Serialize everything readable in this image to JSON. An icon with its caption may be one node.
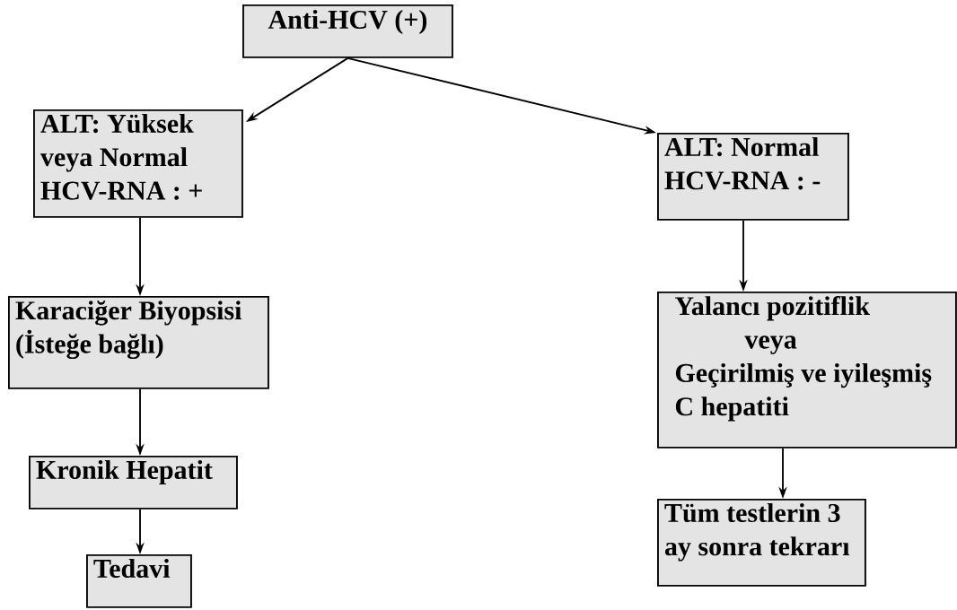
{
  "diagram": {
    "nodes": [
      {
        "text": [
          "**Anti-HCV** (+)"
        ]
      },
      {
        "text": [
          "ALT: Yüksek veya Normal",
          "**HCV-RNA :** +"
        ]
      },
      {
        "text": [
          "ALT: Normal",
          "HCV-RNA : -"
        ]
      },
      {
        "text": [
          "Karaciğer Biyopsisi",
          "(İsteğe bağlı)"
        ]
      },
      {
        "text": [
          "Yalancı pozitiflik",
          "veya",
          "Geçirilmiş ve iyileşmiş C hepatiti"
        ]
      },
      {
        "text": [
          "Kronik Hepatit"
        ]
      },
      {
        "text": [
          "Tüm testlerin 3 ay sonra tekrarı"
        ]
      },
      {
        "text": [
          "Tedavi"
        ]
      }
    ],
    "edges": [
      {
        "from": 0,
        "to": 1,
        "arrow": "to"
      },
      {
        "from": 0,
        "to": 2,
        "arrow": "to"
      },
      {
        "from": 1,
        "to": 3,
        "arrow": "to"
      },
      {
        "from": 2,
        "to": 4,
        "arrow": "to"
      },
      {
        "from": 3,
        "to": 5,
        "arrow": "to"
      },
      {
        "from": 4,
        "to": 6,
        "arrow": "to"
      },
      {
        "from": 5,
        "to": 7,
        "arrow": "to"
      }
    ]
  }
}
